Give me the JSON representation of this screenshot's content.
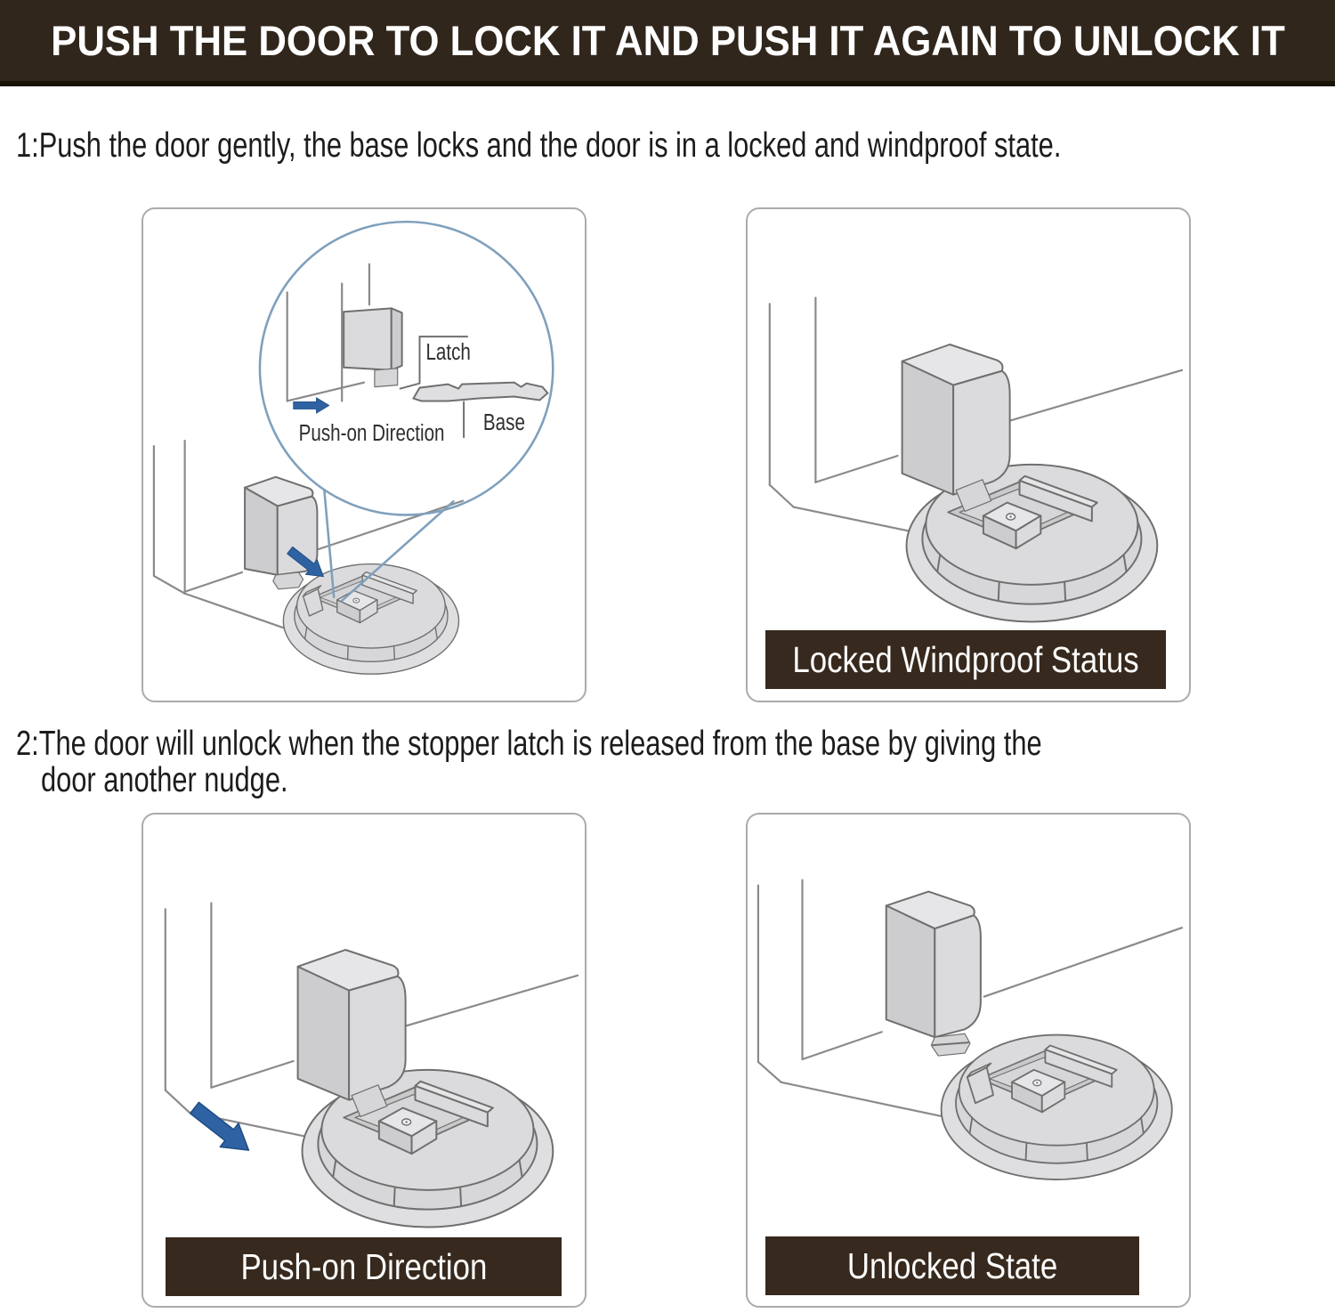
{
  "banner": {
    "title": "PUSH THE DOOR TO LOCK IT AND PUSH IT AGAIN TO UNLOCK IT"
  },
  "steps": {
    "step1": "1:Push the door gently, the base locks and the door is in a locked and windproof state.",
    "step2_line1": "2:The door will unlock when the stopper latch is released from the base by giving the",
    "step2_line2": "door another nudge."
  },
  "panels": {
    "zoom_panel": {
      "labels": {
        "latch": "Latch",
        "base": "Base",
        "push_direction": "Push-on Direction"
      }
    },
    "locked_panel": {
      "caption": "Locked Windproof Status"
    },
    "push_panel": {
      "caption": "Push-on Direction"
    },
    "unlocked_panel": {
      "caption": "Unlocked State"
    }
  },
  "colors": {
    "banner_bg": "#30261c",
    "banner_text": "#ffffff",
    "caption_bg": "#37291d",
    "caption_text": "#fdfdfd",
    "body_text": "#1c1c1c",
    "arrow_blue": "#2f62a2",
    "arrow_edge": "#1d4a80",
    "magnifier_blue": "#7fa0bc",
    "panel_border": "#ababab",
    "line_gray": "#6f6f6f"
  }
}
